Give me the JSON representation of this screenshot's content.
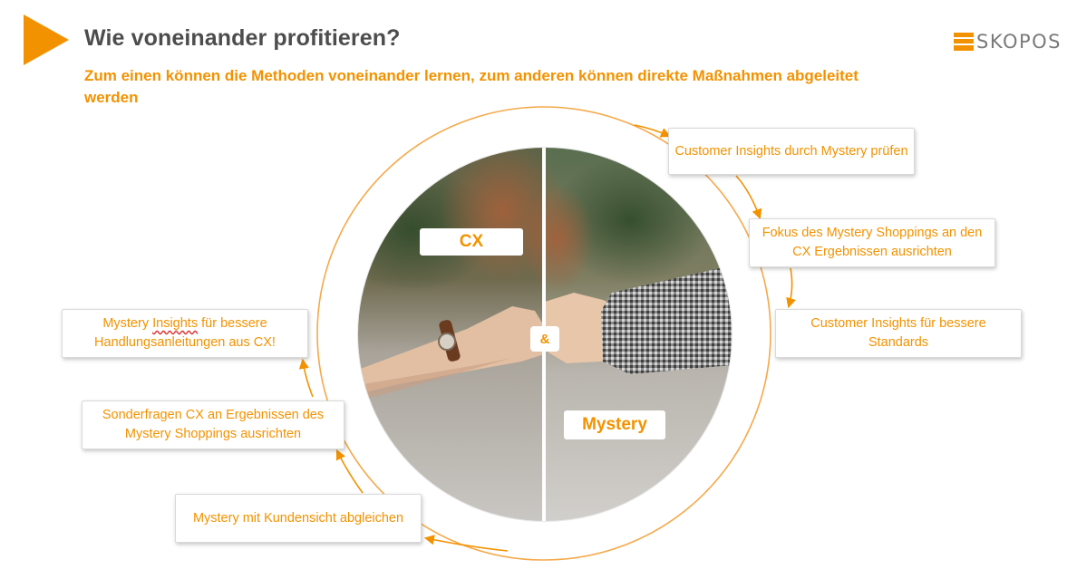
{
  "header": {
    "title": "Wie voneinander profitieren?",
    "subtitle": "Zum einen können die Methoden voneinander lernen, zum anderen können direkte Maßnahmen abgeleitet werden"
  },
  "logo": {
    "text": "SKOPOS"
  },
  "center": {
    "left_label": "CX",
    "connector": "&",
    "right_label": "Mystery"
  },
  "right_boxes": [
    {
      "text": "Customer Insights durch Mystery prüfen"
    },
    {
      "text": "Fokus des Mystery Shoppings an den CX Ergebnissen ausrichten"
    },
    {
      "text": "Customer Insights für bessere Standards"
    }
  ],
  "left_boxes": [
    {
      "text_a": "Mystery",
      "text_b": "Insights",
      "text_c": "für bessere Handlungsanleitungen aus CX!"
    },
    {
      "text": "Sonderfragen CX an Ergebnissen des Mystery Shoppings ausrichten"
    },
    {
      "text": "Mystery mit Kundensicht abgleichen"
    }
  ],
  "colors": {
    "accent": "#f39200",
    "title": "#4d4d4d",
    "logo": "#7a7a7a"
  }
}
